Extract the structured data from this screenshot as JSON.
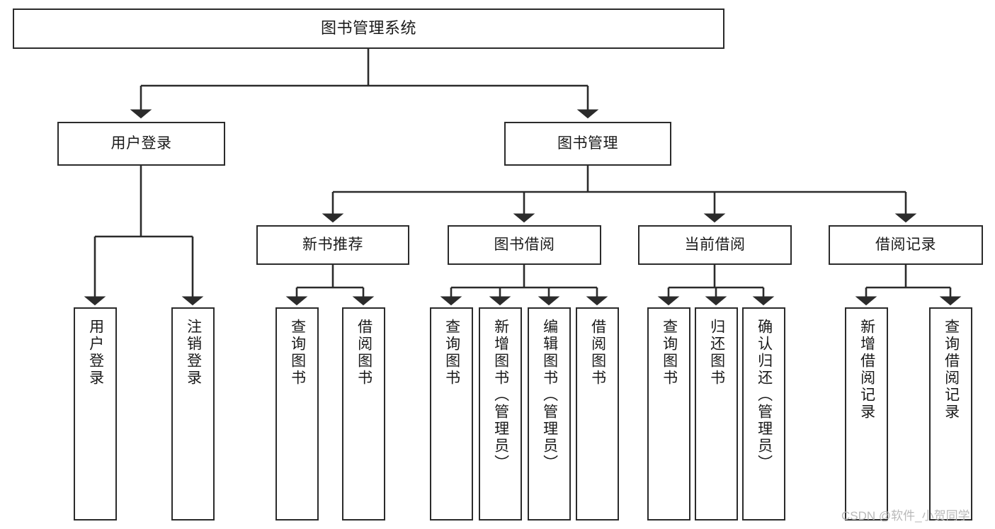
{
  "diagram": {
    "title": "图书管理系统",
    "type": "tree",
    "stroke_color": "#2b2b2b",
    "fill_color": "#ffffff",
    "text_color": "#1a1a1a",
    "watermark": "CSDN @软件_小贺同学",
    "root": {
      "label": "图书管理系统"
    },
    "level2": [
      {
        "label": "用户登录"
      },
      {
        "label": "图书管理"
      }
    ],
    "level3": [
      {
        "label": "新书推荐"
      },
      {
        "label": "图书借阅"
      },
      {
        "label": "当前借阅"
      },
      {
        "label": "借阅记录"
      }
    ],
    "leaves": {
      "user_login": [
        {
          "label": "用户登录"
        },
        {
          "label": "注销登录"
        }
      ],
      "new_book_recommend": [
        {
          "label": "查询图书"
        },
        {
          "label": "借阅图书"
        }
      ],
      "book_borrow": [
        {
          "label": "查询图书"
        },
        {
          "label": "新增图书（管理员）"
        },
        {
          "label": "编辑图书（管理员）"
        },
        {
          "label": "借阅图书"
        }
      ],
      "current_borrow": [
        {
          "label": "查询图书"
        },
        {
          "label": "归还图书"
        },
        {
          "label": "确认归还（管理员）"
        }
      ],
      "borrow_record": [
        {
          "label": "新增借阅记录"
        },
        {
          "label": "查询借阅记录"
        }
      ]
    }
  }
}
